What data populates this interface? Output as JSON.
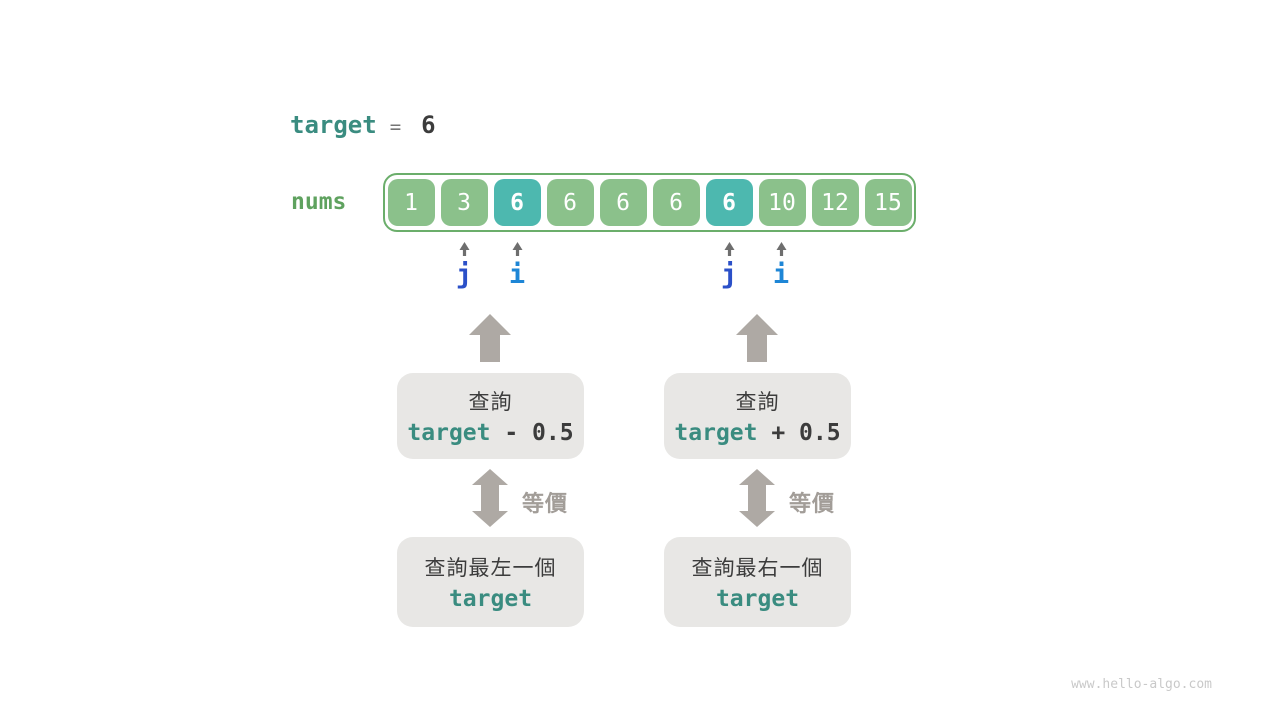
{
  "colors": {
    "background": "#FFFFFF",
    "array_cell_green": "#8BC18B",
    "array_cell_highlight_teal": "#4DB8AF",
    "array_border_green": "#6BAE6B",
    "nums_label_green": "#5FA25F",
    "code_teal": "#3A8C80",
    "dark_text": "#3C3C3C",
    "equals_gray": "#757575",
    "pointer_j_blue": "#2B50C8",
    "pointer_i_blue": "#1E86D6",
    "caret_gray": "#6E6E6E",
    "block_arrow_gray": "#AEA9A4",
    "equiv_text_gray": "#A29D98",
    "gray_box_fill": "#E8E7E5",
    "watermark_gray": "#C9C9C9"
  },
  "header": {
    "variable": "target",
    "equals": "=",
    "value": "6"
  },
  "array": {
    "label": "nums",
    "cells": [
      {
        "value": "1",
        "highlight": false
      },
      {
        "value": "3",
        "highlight": false
      },
      {
        "value": "6",
        "highlight": true
      },
      {
        "value": "6",
        "highlight": false
      },
      {
        "value": "6",
        "highlight": false
      },
      {
        "value": "6",
        "highlight": false
      },
      {
        "value": "6",
        "highlight": true
      },
      {
        "value": "10",
        "highlight": false
      },
      {
        "value": "12",
        "highlight": false
      },
      {
        "value": "15",
        "highlight": false
      }
    ]
  },
  "pointers": {
    "items": [
      {
        "label": "j"
      },
      {
        "label": "i"
      },
      {
        "label": "j"
      },
      {
        "label": "i"
      }
    ]
  },
  "flow": {
    "left": {
      "query_prefix": "查詢",
      "expr_var": "target",
      "expr_rest": " - 0.5",
      "equiv": "等價",
      "result_text": "查詢最左一個",
      "result_var": "target"
    },
    "right": {
      "query_prefix": "查詢",
      "expr_var": "target",
      "expr_rest": " + 0.5",
      "equiv": "等價",
      "result_text": "查詢最右一個",
      "result_var": "target"
    }
  },
  "watermark": "www.hello-algo.com"
}
